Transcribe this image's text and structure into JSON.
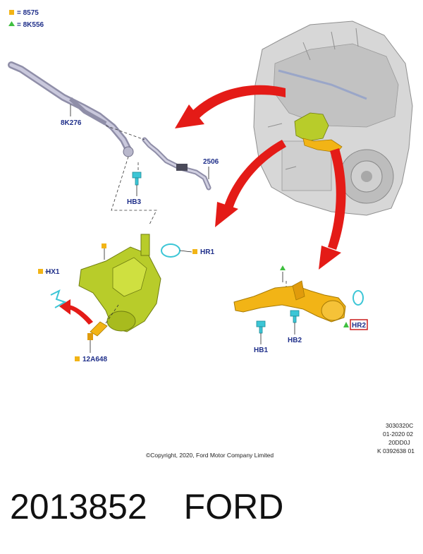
{
  "legend": [
    {
      "symbol": "square",
      "color": "#f2b416",
      "label": "= 8575"
    },
    {
      "symbol": "triangle",
      "color": "#3fbf3f",
      "label": "= 8K556"
    }
  ],
  "callouts": {
    "hose": "8K276",
    "pipe": "2506",
    "bolt_top": "HB3",
    "oring_housing": "HR1",
    "clip": "HX1",
    "sensor": "12A648",
    "bolt_left": "HB1",
    "bolt_right": "HB2",
    "oring_outlet": "HR2"
  },
  "reference_codes": [
    "3030320C",
    "01-2020 02",
    "20DD0J",
    "K 0392638 01"
  ],
  "copyright": "©Copyright, 2020, Ford Motor Company Limited",
  "caption": {
    "part_number": "2013852",
    "brand": "FORD"
  },
  "colors": {
    "arrow": "#e41b17",
    "housing": "#b8cc2a",
    "outlet": "#f2b416",
    "bolt": "#3cc6d6",
    "label_text": "#1f2f8a",
    "engine": "#c9c9c9"
  }
}
